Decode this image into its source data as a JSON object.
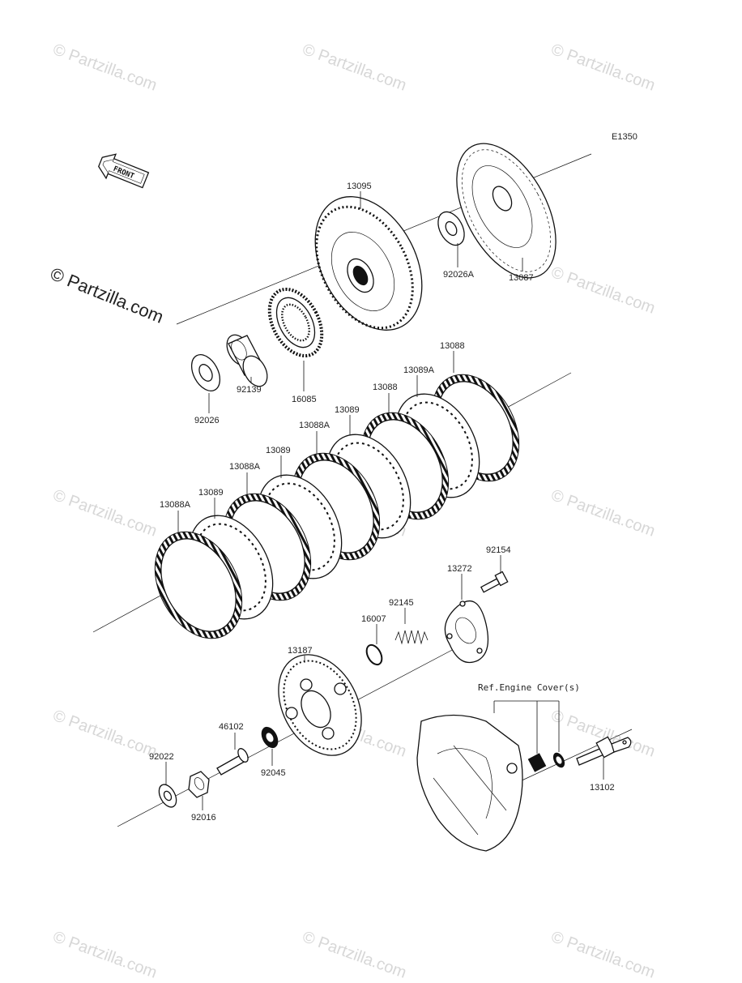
{
  "diagram_code": "E1350",
  "front_label": "FRONT",
  "ref_note": "Ref.Engine Cover(s)",
  "watermark": "© Partzilla.com",
  "parts": {
    "p13095": "13095",
    "p13087": "13087",
    "p92026A": "92026A",
    "p16085": "16085",
    "p92139": "92139",
    "p92026": "92026",
    "p13088_top": "13088",
    "p13089A": "13089A",
    "p13088_mid": "13088",
    "p13089_a": "13089",
    "p13088A_a": "13088A",
    "p13089_b": "13089",
    "p13088A_b": "13088A",
    "p13089_c": "13089",
    "p13088A_c": "13088A",
    "p92154": "92154",
    "p13272": "13272",
    "p92145": "92145",
    "p16007": "16007",
    "p13187": "13187",
    "p46102": "46102",
    "p92045": "92045",
    "p92022": "92022",
    "p92016": "92016",
    "p13102": "13102"
  }
}
